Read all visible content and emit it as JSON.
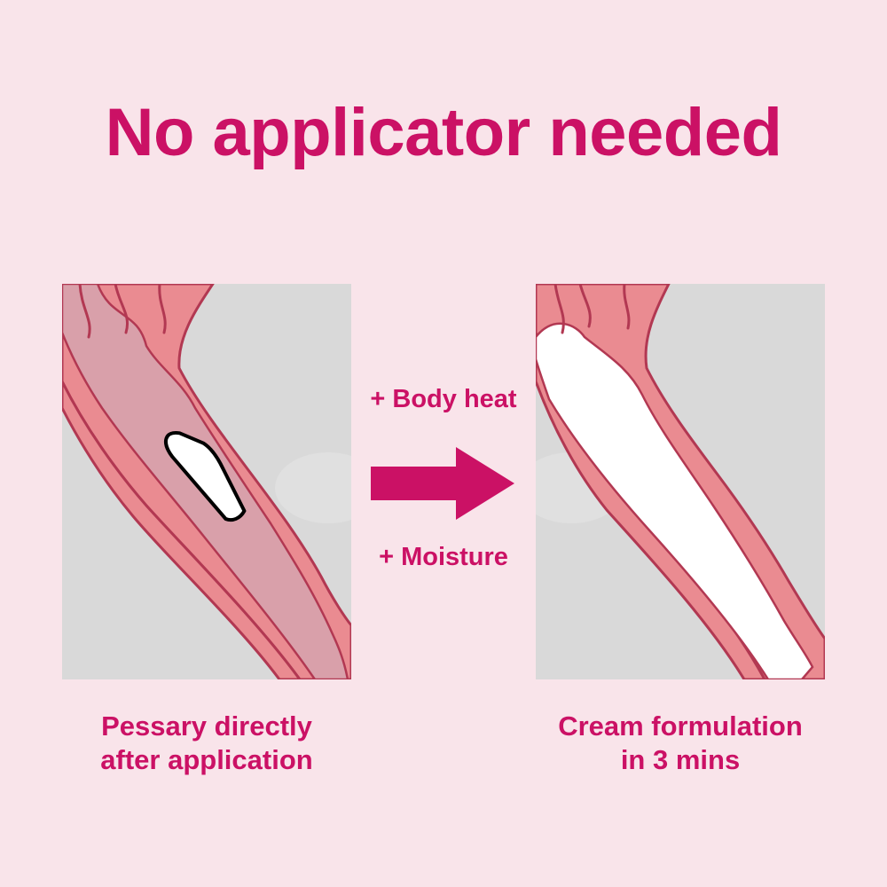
{
  "title": "No applicator needed",
  "left_panel": {
    "caption_line1": "Pessary directly",
    "caption_line2": "after application"
  },
  "right_panel": {
    "caption_line1": "Cream formulation",
    "caption_line2": "in 3 mins"
  },
  "process": {
    "label_top": "+ Body heat",
    "label_bottom": "+ Moisture"
  },
  "colors": {
    "background": "#f9e4ea",
    "accent": "#cb1165",
    "tissue": "#ea8b91",
    "tissue_outline": "#b23852",
    "canal_before": "#d9a0aa",
    "cream": "#ffffff",
    "panel_bg": "#d9d9d9"
  }
}
